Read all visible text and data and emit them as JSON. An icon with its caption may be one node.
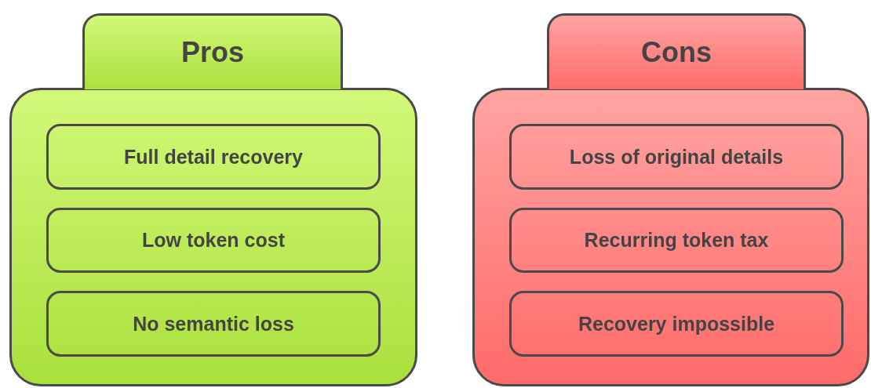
{
  "diagram": {
    "nodes": [
      {
        "text": [
          "Pros"
        ]
      },
      {
        "text": [
          "Full detail recovery"
        ],
        "in": 0
      },
      {
        "text": [
          "Low token cost"
        ],
        "in": 0
      },
      {
        "text": [
          "No semantic loss"
        ],
        "in": 0
      },
      {
        "text": [
          "Cons"
        ]
      },
      {
        "text": [
          "Loss of original details"
        ],
        "in": 4
      },
      {
        "text": [
          "Recurring token tax"
        ],
        "in": 4
      },
      {
        "text": [
          "Recovery impossible"
        ],
        "in": 4
      }
    ]
  }
}
